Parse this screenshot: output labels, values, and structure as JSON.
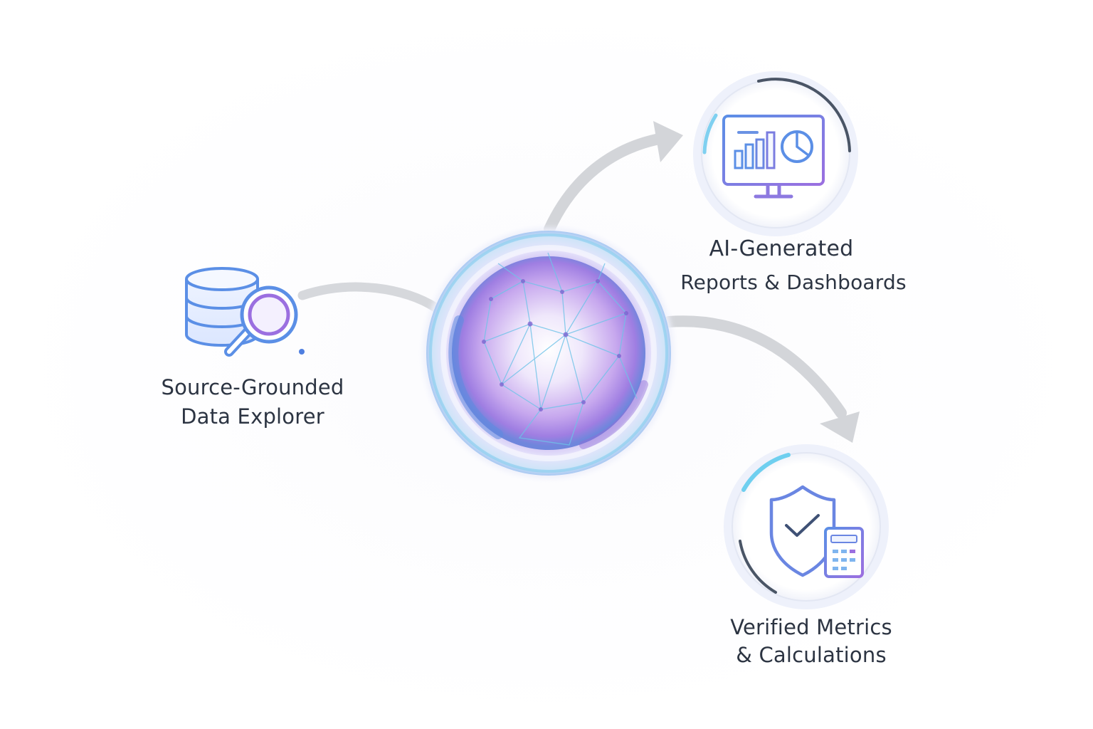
{
  "nodes": {
    "source": {
      "icon": "database-search-icon",
      "label_line1": "Source-Grounded",
      "label_line2": "Data Explorer"
    },
    "core": {
      "icon": "neural-network-sphere-icon"
    },
    "reports": {
      "icon": "monitor-dashboard-icon",
      "label_line1": "AI-Generated",
      "label_line2": "Reports & Dashboards"
    },
    "metrics": {
      "icon": "shield-check-calculator-icon",
      "label_line1": "Verified Metrics",
      "label_line2": "& Calculations"
    }
  },
  "colors": {
    "arrow": "#d3d5d9",
    "icon_blue": "#5b8fe6",
    "icon_purple": "#9b6fe0",
    "ring_dark": "#4a5566",
    "text": "#2c3442"
  }
}
